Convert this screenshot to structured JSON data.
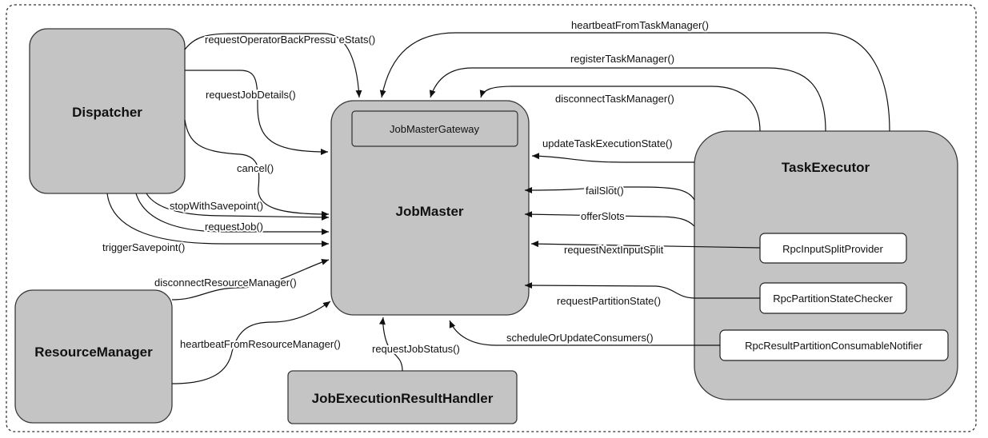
{
  "nodes": {
    "dispatcher": "Dispatcher",
    "resource_manager": "ResourceManager",
    "job_master": "JobMaster",
    "job_master_gateway": "JobMasterGateway",
    "task_executor": "TaskExecutor",
    "job_execution_result_handler": "JobExecutionResultHandler",
    "rpc_input_split_provider": "RpcInputSplitProvider",
    "rpc_partition_state_checker": "RpcPartitionStateChecker",
    "rpc_result_partition_consumable_notifier": "RpcResultPartitionConsumableNotifier"
  },
  "edges": {
    "request_operator_back_pressure_stats": "requestOperatorBackPressu eStats()",
    "request_job_details": "requestJobDetails()",
    "cancel": "cancel()",
    "stop_with_savepoint": "stopWithSavepoint()",
    "request_job": "requestJob()",
    "trigger_savepoint": "triggerSavepoint()",
    "disconnect_resource_manager": "disconnectResourceManager()",
    "heartbeat_from_resource_manager": "heartbeatFromResourceManager()",
    "request_job_status": "requestJobStatus()",
    "heartbeat_from_task_manager": "heartbeatFromTaskManager()",
    "register_task_manager": "registerTaskManager()",
    "disconnect_task_manager": "disconnectTaskManager()",
    "update_task_execution_state": "updateTaskExecutionState()",
    "fail_slot": "failSlot()",
    "offer_slots": "offerSlots",
    "request_next_input_split": "requestNextInputSplit",
    "request_partition_state": "requestPartitionState()",
    "schedule_or_update_consumers": "scheduleOrUpdateConsumers()"
  }
}
